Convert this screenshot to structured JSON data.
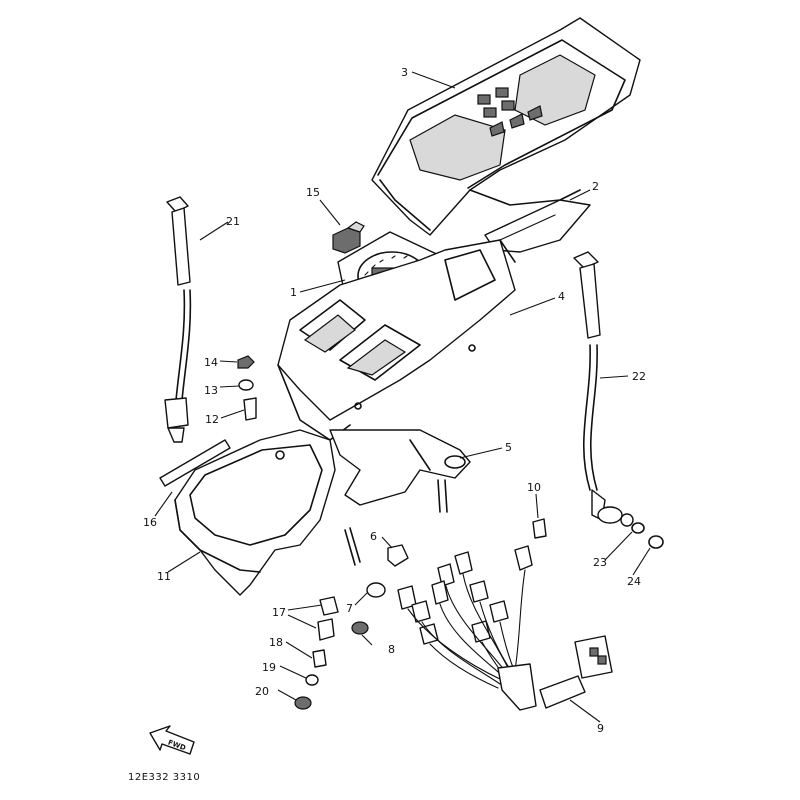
{
  "callouts": {
    "c1": "1",
    "c2": "2",
    "c3": "3",
    "c4": "4",
    "c5": "5",
    "c6": "6",
    "c7": "7",
    "c8": "8",
    "c9": "9",
    "c10": "10",
    "c11": "11",
    "c12": "12",
    "c13": "13",
    "c14": "14",
    "c15": "15",
    "c16": "16",
    "c17": "17",
    "c18": "18",
    "c19": "19",
    "c20": "20",
    "c21": "21",
    "c22": "22",
    "c23": "23",
    "c24": "24"
  },
  "diagram_code": "12E332 3310",
  "forward_arrow_label": "FWD"
}
